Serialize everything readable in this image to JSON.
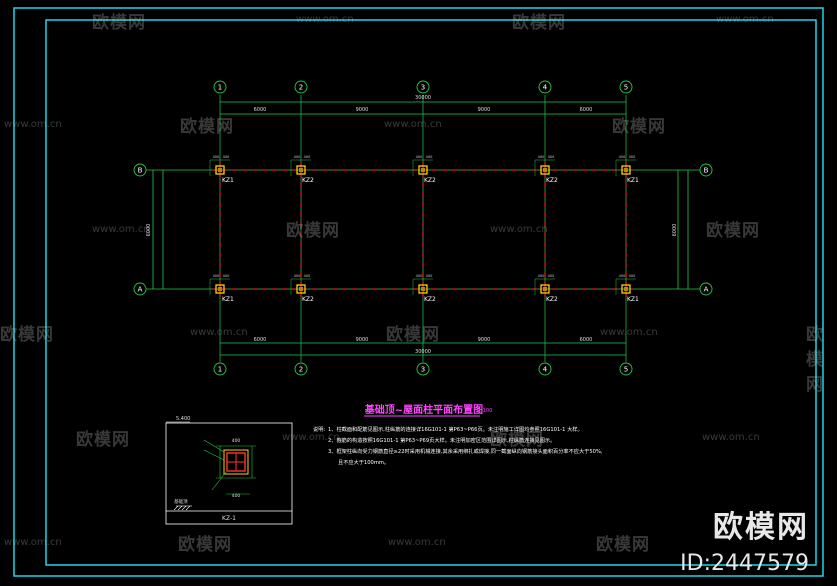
{
  "watermark": {
    "brand": "欧模网",
    "url": "www.om.cn"
  },
  "brand_overlay": {
    "text": "欧模网",
    "id": "ID:2447579"
  },
  "drawing": {
    "title": "基础顶~屋面柱平面布置图",
    "title_scale": "1:100",
    "axes_numbers": [
      "1",
      "2",
      "3",
      "4",
      "5"
    ],
    "axes_letters": [
      "A",
      "B"
    ],
    "dims_top": [
      "6000",
      "9000",
      "9000",
      "6000"
    ],
    "dim_top_total": "30000",
    "dims_bottom": [
      "6000",
      "9000",
      "9000",
      "6000"
    ],
    "dim_bottom_total": "30000",
    "dim_side": "6000",
    "column_labels": {
      "B": [
        "KZ1",
        "KZ2",
        "KZ2",
        "KZ2",
        "KZ1"
      ],
      "A": [
        "KZ1",
        "KZ2",
        "KZ2",
        "KZ2",
        "KZ1"
      ]
    },
    "small_dims": [
      "400",
      "400"
    ],
    "notes_title": "说明:",
    "notes": [
      "1、柱截面和配筋见图示,柱纵筋的连接详16G101-1 第P63~P66页。未注明施工详图均参照16G101-1 大样。",
      "2、箍筋的构造按照16G101-1 第P63~P69页大样。未注明加密区范围详图示,柱纵筋连接见图示。",
      "3、框架柱纵向受力钢筋直径≥22时采用机械连接,其余采用绑扎或焊接,同一截面纵向钢筋接头面积百分率不应大于50%,",
      "且不应大于100mm。"
    ],
    "detail": {
      "elevation": "5.400",
      "label": "KZ-1",
      "section_dim": "400",
      "note": "基础顶"
    }
  }
}
